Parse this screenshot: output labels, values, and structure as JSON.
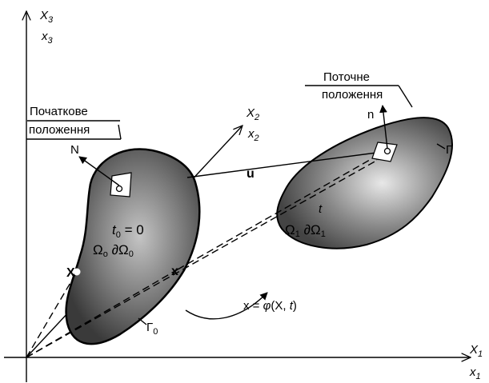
{
  "axes": {
    "x3_upper": "X",
    "x3_upper_sub": "3",
    "x3_lower": "x",
    "x3_lower_sub": "3",
    "x2_upper": "X",
    "x2_upper_sub": "2",
    "x2_lower": "x",
    "x2_lower_sub": "2",
    "x1_upper": "X",
    "x1_upper_sub": "1",
    "x1_lower": "x",
    "x1_lower_sub": "1"
  },
  "initial": {
    "label_line1": "Початкове",
    "label_line2": "положення",
    "normal": "N",
    "time_var": "t",
    "time_sub": "0",
    "time_eq": " = 0",
    "domain": "Ω",
    "domain_sub": "o",
    "boundary": "∂Ω",
    "boundary_sub": "0",
    "gamma": "Γ",
    "gamma_sub": "0",
    "point": "X"
  },
  "current": {
    "label_line1": "Поточне",
    "label_line2": "положення",
    "normal": "n",
    "time": "t",
    "domain": "Ω",
    "domain_sub": "1",
    "boundary": "∂Ω",
    "boundary_sub": "1",
    "gamma": "Γ",
    "point": "x"
  },
  "displacement": "u",
  "mapping": {
    "lhs": "x = ",
    "phi": "φ",
    "args_open": "(X, ",
    "t": "t",
    "args_close": ")"
  }
}
